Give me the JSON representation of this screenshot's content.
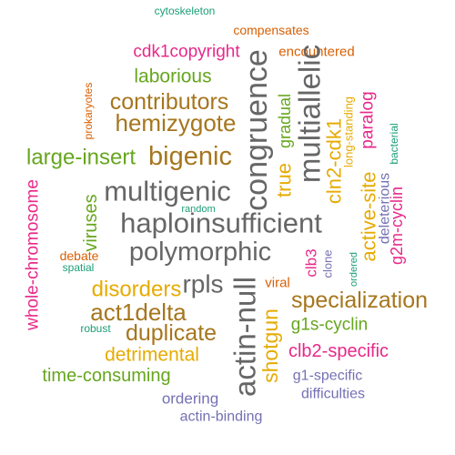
{
  "colors": {
    "teal": "#1b9e77",
    "orange": "#d95f02",
    "purple": "#7570b3",
    "magenta": "#e7298a",
    "green": "#66a61e",
    "gold": "#e6ab02",
    "brown": "#a6761d",
    "gray": "#666666"
  },
  "words": [
    {
      "text": "cytoskeleton",
      "color": "teal"
    },
    {
      "text": "compensates",
      "color": "orange"
    },
    {
      "text": "cdk1copyright",
      "color": "magenta"
    },
    {
      "text": "encountered",
      "color": "orange"
    },
    {
      "text": "laborious",
      "color": "green"
    },
    {
      "text": "contributors",
      "color": "brown"
    },
    {
      "text": "hemizygote",
      "color": "brown"
    },
    {
      "text": "prokaryotes",
      "color": "orange"
    },
    {
      "text": "congruence",
      "color": "gray"
    },
    {
      "text": "multiallelic",
      "color": "gray"
    },
    {
      "text": "gradual",
      "color": "green"
    },
    {
      "text": "cln2-cdk1",
      "color": "gold"
    },
    {
      "text": "long-standing",
      "color": "gold"
    },
    {
      "text": "paralog",
      "color": "magenta"
    },
    {
      "text": "bacterial",
      "color": "teal"
    },
    {
      "text": "large-insert",
      "color": "green"
    },
    {
      "text": "bigenic",
      "color": "brown"
    },
    {
      "text": "true",
      "color": "gold"
    },
    {
      "text": "multigenic",
      "color": "gray"
    },
    {
      "text": "active-site",
      "color": "gold"
    },
    {
      "text": "deleterious",
      "color": "purple"
    },
    {
      "text": "g2m-cyclin",
      "color": "magenta"
    },
    {
      "text": "whole-chromosome",
      "color": "magenta"
    },
    {
      "text": "random",
      "color": "teal"
    },
    {
      "text": "viruses",
      "color": "green"
    },
    {
      "text": "haploinsufficient",
      "color": "gray"
    },
    {
      "text": "polymorphic",
      "color": "gray"
    },
    {
      "text": "debate",
      "color": "orange"
    },
    {
      "text": "spatial",
      "color": "teal"
    },
    {
      "text": "clb3",
      "color": "magenta"
    },
    {
      "text": "clone",
      "color": "purple"
    },
    {
      "text": "ordered",
      "color": "teal"
    },
    {
      "text": "rpls",
      "color": "gray"
    },
    {
      "text": "actin-null",
      "color": "gray"
    },
    {
      "text": "viral",
      "color": "orange"
    },
    {
      "text": "disorders",
      "color": "gold"
    },
    {
      "text": "specialization",
      "color": "brown"
    },
    {
      "text": "act1delta",
      "color": "brown"
    },
    {
      "text": "robust",
      "color": "teal"
    },
    {
      "text": "duplicate",
      "color": "brown"
    },
    {
      "text": "g1s-cyclin",
      "color": "green"
    },
    {
      "text": "shotgun",
      "color": "gold"
    },
    {
      "text": "detrimental",
      "color": "gold"
    },
    {
      "text": "clb2-specific",
      "color": "magenta"
    },
    {
      "text": "time-consuming",
      "color": "green"
    },
    {
      "text": "g1-specific",
      "color": "purple"
    },
    {
      "text": "difficulties",
      "color": "purple"
    },
    {
      "text": "ordering",
      "color": "purple"
    },
    {
      "text": "actin-binding",
      "color": "purple"
    }
  ]
}
